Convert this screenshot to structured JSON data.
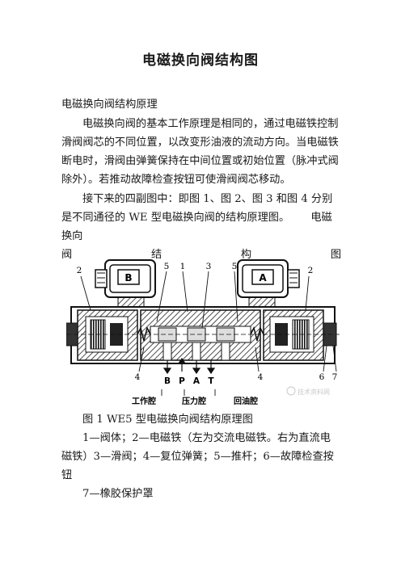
{
  "doc": {
    "title": "电磁换向阀结构图",
    "subtitle": "电磁换向阀结构原理",
    "para1": "电磁换向阀的基本工作原理是相同的，通过电磁铁控制滑阀阀芯的不同位置，以改变形油液的流动方向。当电磁铁断电时，滑阀由弹簧保持在中间位置或初始位置（脉冲式阀除外）。若推动故障检查按钮可使滑阀阀芯移动。",
    "para2": "接下来的四副图中：即图 1、图 2、图 3 和图 4 分别是不同通径的 WE 型电磁换向阀的结构原理图。",
    "para2_tail": "电磁换向",
    "para2_spread": [
      "阀",
      "结",
      "构",
      "图"
    ],
    "caption": "图 1 WE5 型电磁换向阀结构原理图",
    "para3": "1—阀体；2—电磁铁（左为交流电磁铁。右为直流电磁铁）3—滑阀；4—复位弹簧；5—推杆；6—故障检查按钮",
    "para3_last": "7—橡胶保护罩"
  },
  "figure": {
    "coil_left": "B",
    "coil_right": "A",
    "callouts": [
      "2",
      "5",
      "1",
      "3",
      "5",
      "2",
      "4",
      "4",
      "6",
      "7"
    ],
    "ports": [
      "B",
      "P",
      "A",
      "T"
    ],
    "bottom_labels": [
      "工作腔",
      "压力腔",
      "回油腔"
    ],
    "watermark": "技术资料网"
  }
}
